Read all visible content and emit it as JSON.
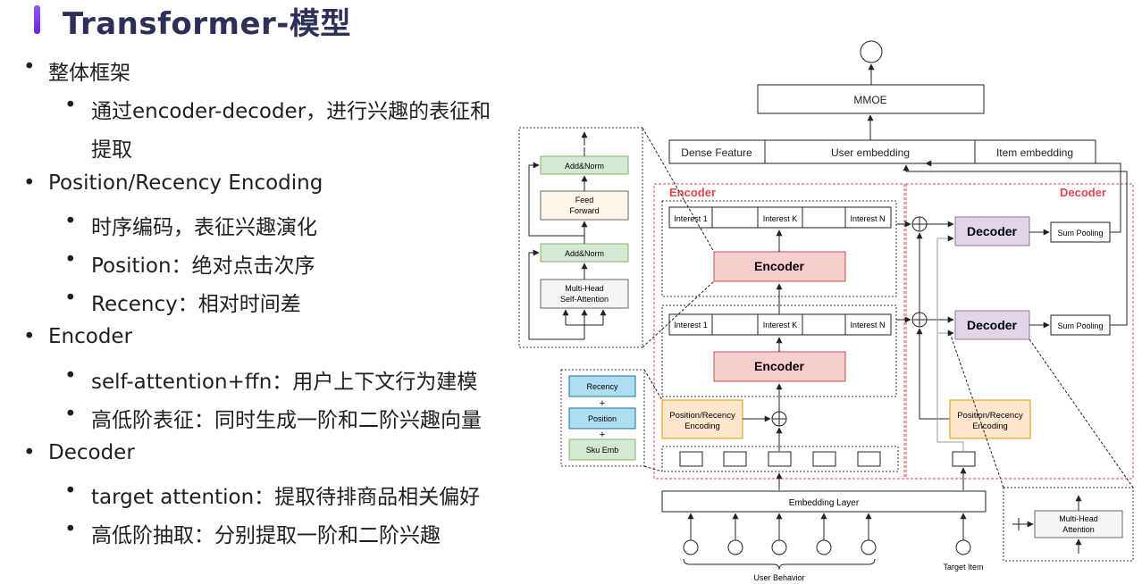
{
  "title": "Transformer-模型",
  "bullet_marker": "•",
  "bullets": [
    {
      "level": 1,
      "text": "整体框架"
    },
    {
      "level": 2,
      "text": "通过encoder-decoder，进行兴趣的表征和"
    },
    {
      "level": 2,
      "text": "提取"
    },
    {
      "level": 1,
      "text": "Position/Recency Encoding"
    },
    {
      "level": 2,
      "text": "时序编码，表征兴趣演化"
    },
    {
      "level": 2,
      "text": "Position：绝对点击次序"
    },
    {
      "level": 2,
      "text": "Recency：相对时间差"
    },
    {
      "level": 1,
      "text": "Encoder"
    },
    {
      "level": 2,
      "text": "self-attention+ffn：用户上下文行为建模"
    },
    {
      "level": 2,
      "text": "高低阶表征：同时生成一阶和二阶兴趣向量"
    },
    {
      "level": 1,
      "text": "Decoder"
    },
    {
      "level": 2,
      "text": "target attention：提取待排商品相关偏好"
    },
    {
      "level": 2,
      "text": "高低阶抽取：分别提取一阶和二阶兴趣"
    }
  ],
  "diagram": {
    "mmoe": "MMOE",
    "dense_feature": "Dense Feature",
    "user_embedding": "User embedding",
    "item_embedding": "Item embedding",
    "encoder_section": "Encoder",
    "decoder_section": "Decoder",
    "interest_1": "Interest 1",
    "interest_k": "Interest K",
    "interest_n": "Interest N",
    "encoder_block": "Encoder",
    "decoder_block": "Decoder",
    "sum_pooling": "Sum Pooling",
    "position_recency_line1": "Position/Recency",
    "position_recency_line2": "Encoding",
    "embedding_layer": "Embedding Layer",
    "user_behavior": "User Behavior",
    "target_item": "Target Item",
    "add_norm": "Add&Norm",
    "feed_forward_line1": "Feed",
    "feed_forward_line2": "Forward",
    "multi_head_line1": "Multi-Head",
    "multi_head_sa_line2": "Self-Attention",
    "multi_head_att_line2": "Attention",
    "recency": "Recency",
    "position": "Position",
    "sku_emb": "Sku Emb",
    "plus_sign": "+",
    "colors": {
      "red_section": "#e0474c",
      "encoder_fill": "#f8cecc",
      "encoder_stroke": "#b85450",
      "decoder_fill": "#e1d5e7",
      "decoder_stroke": "#9673a6",
      "pos_fill": "#ffe6cc",
      "pos_stroke": "#d79b00",
      "add_norm_fill": "#d5e8d4",
      "add_norm_stroke": "#82b366",
      "feed_fill": "#fdf6e9",
      "mh_fill": "#f5f5f5",
      "recency_fill": "#b1ddf0",
      "recency_stroke": "#10739e",
      "sku_fill": "#d5e8d4",
      "title_color": "#2b2f5a"
    }
  }
}
